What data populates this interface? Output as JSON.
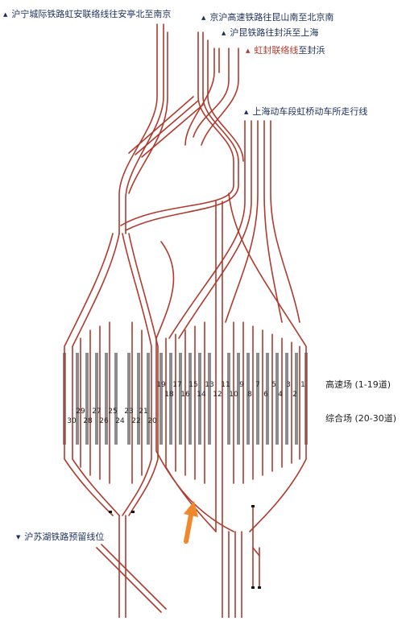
{
  "labels": {
    "huning_intercity": "沪宁城际铁路虹安联络线往安亭北至南京",
    "jinghu_hsr": "京沪高速铁路往昆山南至北京南",
    "hukun_rail": "沪昆铁路往封浜至上海",
    "hongfeng_link_part1": "虹封联络线",
    "hongfeng_link_part2": "至封浜",
    "emu_depot_line": "上海动车段虹桥动车所走行线",
    "husuhu_reserved": "沪苏湖铁路预留线位"
  },
  "zones": {
    "high_speed": "高速场 (1-19道)",
    "general": "综合场 (20-30道)"
  },
  "tracks_general_top": [
    "29",
    "27",
    "25",
    "23",
    "21"
  ],
  "tracks_general_bottom": [
    "30",
    "28",
    "26",
    "24",
    "22",
    "20"
  ],
  "tracks_hs_top": [
    "19",
    "17",
    "15",
    "13",
    "11",
    "9",
    "7",
    "5",
    "3",
    "1"
  ],
  "tracks_hs_bottom": [
    "18",
    "16",
    "14",
    "12",
    "10",
    "8",
    "6",
    "4",
    "2"
  ],
  "colors": {
    "track": "#b03a2e",
    "platform": "#8c8c8c",
    "label": "#1b2f5e",
    "arrow": "#f0882b"
  },
  "icons": {
    "direction_marker": "up-triangle-icon",
    "pointer": "orange-arrow-icon"
  }
}
